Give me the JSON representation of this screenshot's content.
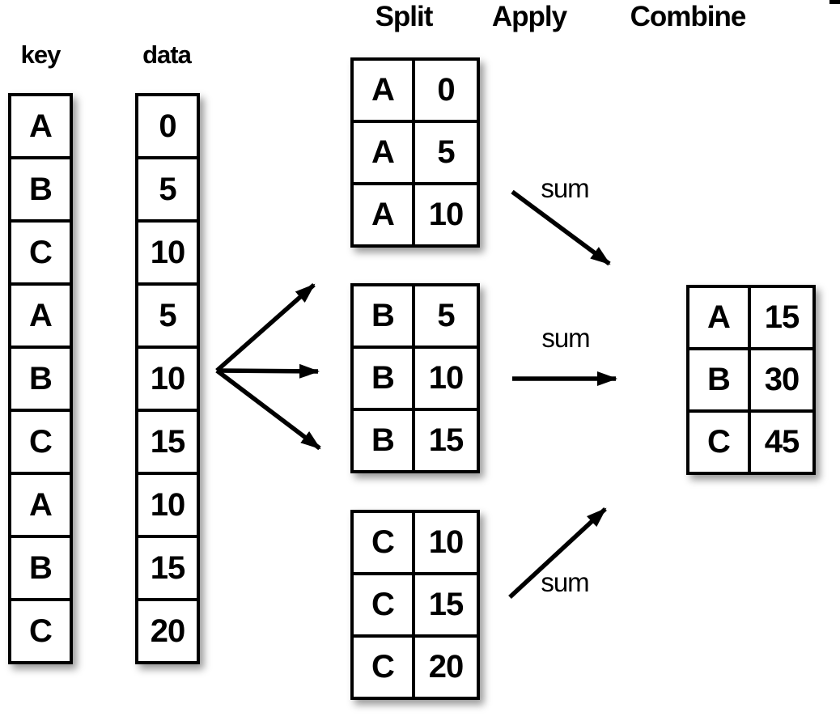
{
  "headers": {
    "split": "Split",
    "apply": "Apply",
    "combine": "Combine"
  },
  "source_table": {
    "key_label": "key",
    "data_label": "data",
    "keys": [
      "A",
      "B",
      "C",
      "A",
      "B",
      "C",
      "A",
      "B",
      "C"
    ],
    "values": [
      "0",
      "5",
      "10",
      "5",
      "10",
      "15",
      "10",
      "15",
      "20"
    ]
  },
  "split_groups": [
    {
      "rows": [
        [
          "A",
          "0"
        ],
        [
          "A",
          "5"
        ],
        [
          "A",
          "10"
        ]
      ]
    },
    {
      "rows": [
        [
          "B",
          "5"
        ],
        [
          "B",
          "10"
        ],
        [
          "B",
          "15"
        ]
      ]
    },
    {
      "rows": [
        [
          "C",
          "10"
        ],
        [
          "C",
          "15"
        ],
        [
          "C",
          "20"
        ]
      ]
    }
  ],
  "apply_labels": [
    "sum",
    "sum",
    "sum"
  ],
  "combine_table": {
    "rows": [
      [
        "A",
        "15"
      ],
      [
        "B",
        "30"
      ],
      [
        "C",
        "45"
      ]
    ]
  },
  "colors": {
    "ink": "#000000",
    "background": "#ffffff"
  }
}
